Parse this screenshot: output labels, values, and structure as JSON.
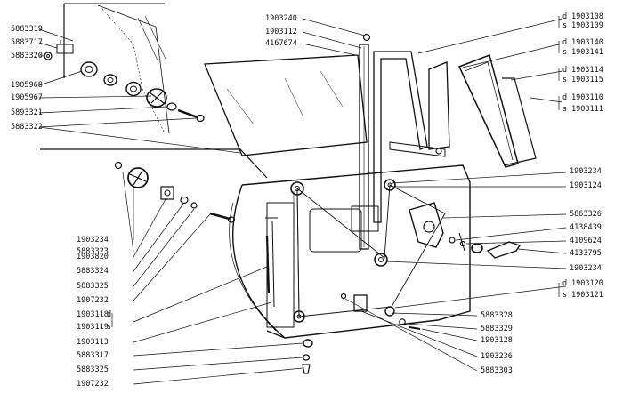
{
  "labels": {
    "l5883319": "5883319",
    "l5883717": "5883717",
    "l5883320": "5883320",
    "l1905968": "1905968",
    "l1905967": "1905967",
    "l5893321": "5893321",
    "l5883322": "5883322",
    "l1903240": "1903240",
    "l1903112": "1903112",
    "l4167674": "4167674",
    "l5883323": "5883323",
    "l1903234a": "1903234",
    "l1903820": "1903820",
    "l5883324": "5883324",
    "l5883325a": "5883325",
    "l1907232a": "1907232",
    "l1903118": "1903118",
    "l1903119": "1903119",
    "l1903113": "1903113",
    "l5883317": "5883317",
    "l5883325b": "5883325",
    "l1907232b": "1907232",
    "l1903108": "1903108",
    "l1903109": "1903109",
    "l1903140": "1903140",
    "l1903141": "1903141",
    "l1903114": "1903114",
    "l1903115": "1903115",
    "l1903110": "1903110",
    "l1903111": "1903111",
    "l1903234b": "1903234",
    "l1903124": "1903124",
    "l5863326": "5863326",
    "l4138439": "4138439",
    "l4109624": "4109624",
    "l4133795": "4133795",
    "l1903234c": "1903234",
    "l1903120": "1903120",
    "l1903121": "1903121",
    "l5883328": "5883328",
    "l5883329": "5883329",
    "l1903128": "1903128",
    "l1903236": "1903236",
    "l5883303": "5883303"
  },
  "side_marks": {
    "d": "d",
    "s": "s"
  },
  "colors": {
    "ink": "#111111",
    "paper": "#ffffff",
    "hatch": "#555555"
  }
}
